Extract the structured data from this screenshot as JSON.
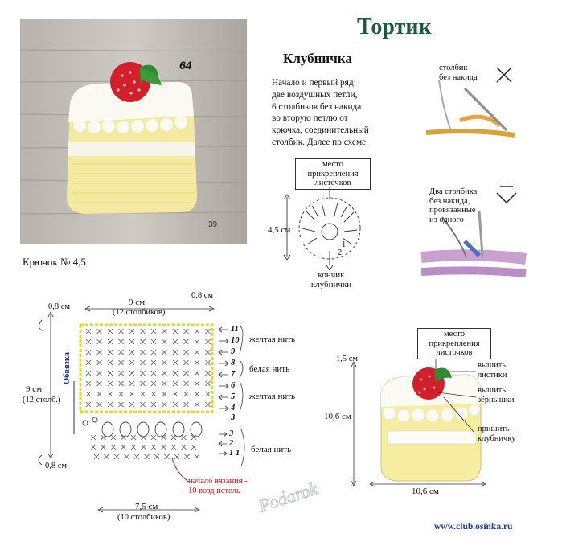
{
  "title": "Тортик",
  "photo": {
    "number": "64",
    "page": "39"
  },
  "strawberry": {
    "heading": "Клубничка",
    "instructions": [
      "Начало и первый ряд:",
      "две воздушных петли,",
      "6 столбиков без накида",
      "во вторую петлю от",
      "крючка, соединительный",
      "столбик. Далее по схеме."
    ],
    "attach_label": [
      "место",
      "прикрепления",
      "листочков"
    ],
    "size": "4,5 см",
    "tip_label": [
      "кончик",
      "клубнички"
    ],
    "row_numbers": [
      "1",
      "2"
    ]
  },
  "legend": {
    "sc_label": [
      "столбик",
      "без накида"
    ],
    "dc_label": [
      "Два столбика",
      "без накида,",
      "провязанные",
      "из одного"
    ]
  },
  "hook": "Крючок № 4,5",
  "chart": {
    "top_width": "9 см",
    "top_width_stitches": "(12 столбиков)",
    "top_margin_left": "0,8 см",
    "top_margin_right": "0,8 см",
    "height": "9 см",
    "height_stitches": "(12 столб.)",
    "bottom_margin": "0,8 см",
    "edging": "Обвязка",
    "bottom_width": "7,5 см",
    "bottom_width_stitches": "(10 столбиков)",
    "start_label": [
      "начало вязания -",
      "10 возд петель"
    ],
    "rows_yellow_top": [
      "11",
      "10",
      "9"
    ],
    "rows_white_mid": [
      "8",
      "7"
    ],
    "rows_yellow_mid": [
      "6",
      "5",
      "4",
      "3"
    ],
    "rows_white_bottom": [
      "3",
      "2",
      "1"
    ],
    "first_row_extra": "1",
    "colors": {
      "yellow_top": "желтая нить",
      "white_mid": "белая нить",
      "yellow_mid": "желтая нить",
      "white_bottom": "белая нить"
    }
  },
  "assembly": {
    "attach_label": [
      "место",
      "прикрепления",
      "листочков"
    ],
    "top_size": "1,5 см",
    "height": "10,6 см",
    "width": "10,6 см",
    "embroider_leaves": [
      "вышить",
      "листики"
    ],
    "embroider_seeds": [
      "вышить",
      "зёрнышки"
    ],
    "sew_strawberry": [
      "пришить",
      "клубничку"
    ]
  },
  "watermark": "Podarok",
  "url": "www.club.osinka.ru",
  "colors": {
    "title": "#1e5a3c",
    "yellow": "#e9d62a",
    "red": "#c41a1a",
    "blue": "#1a2f8f",
    "strawberry": "#d5202f",
    "leaf": "#2f8a32"
  }
}
